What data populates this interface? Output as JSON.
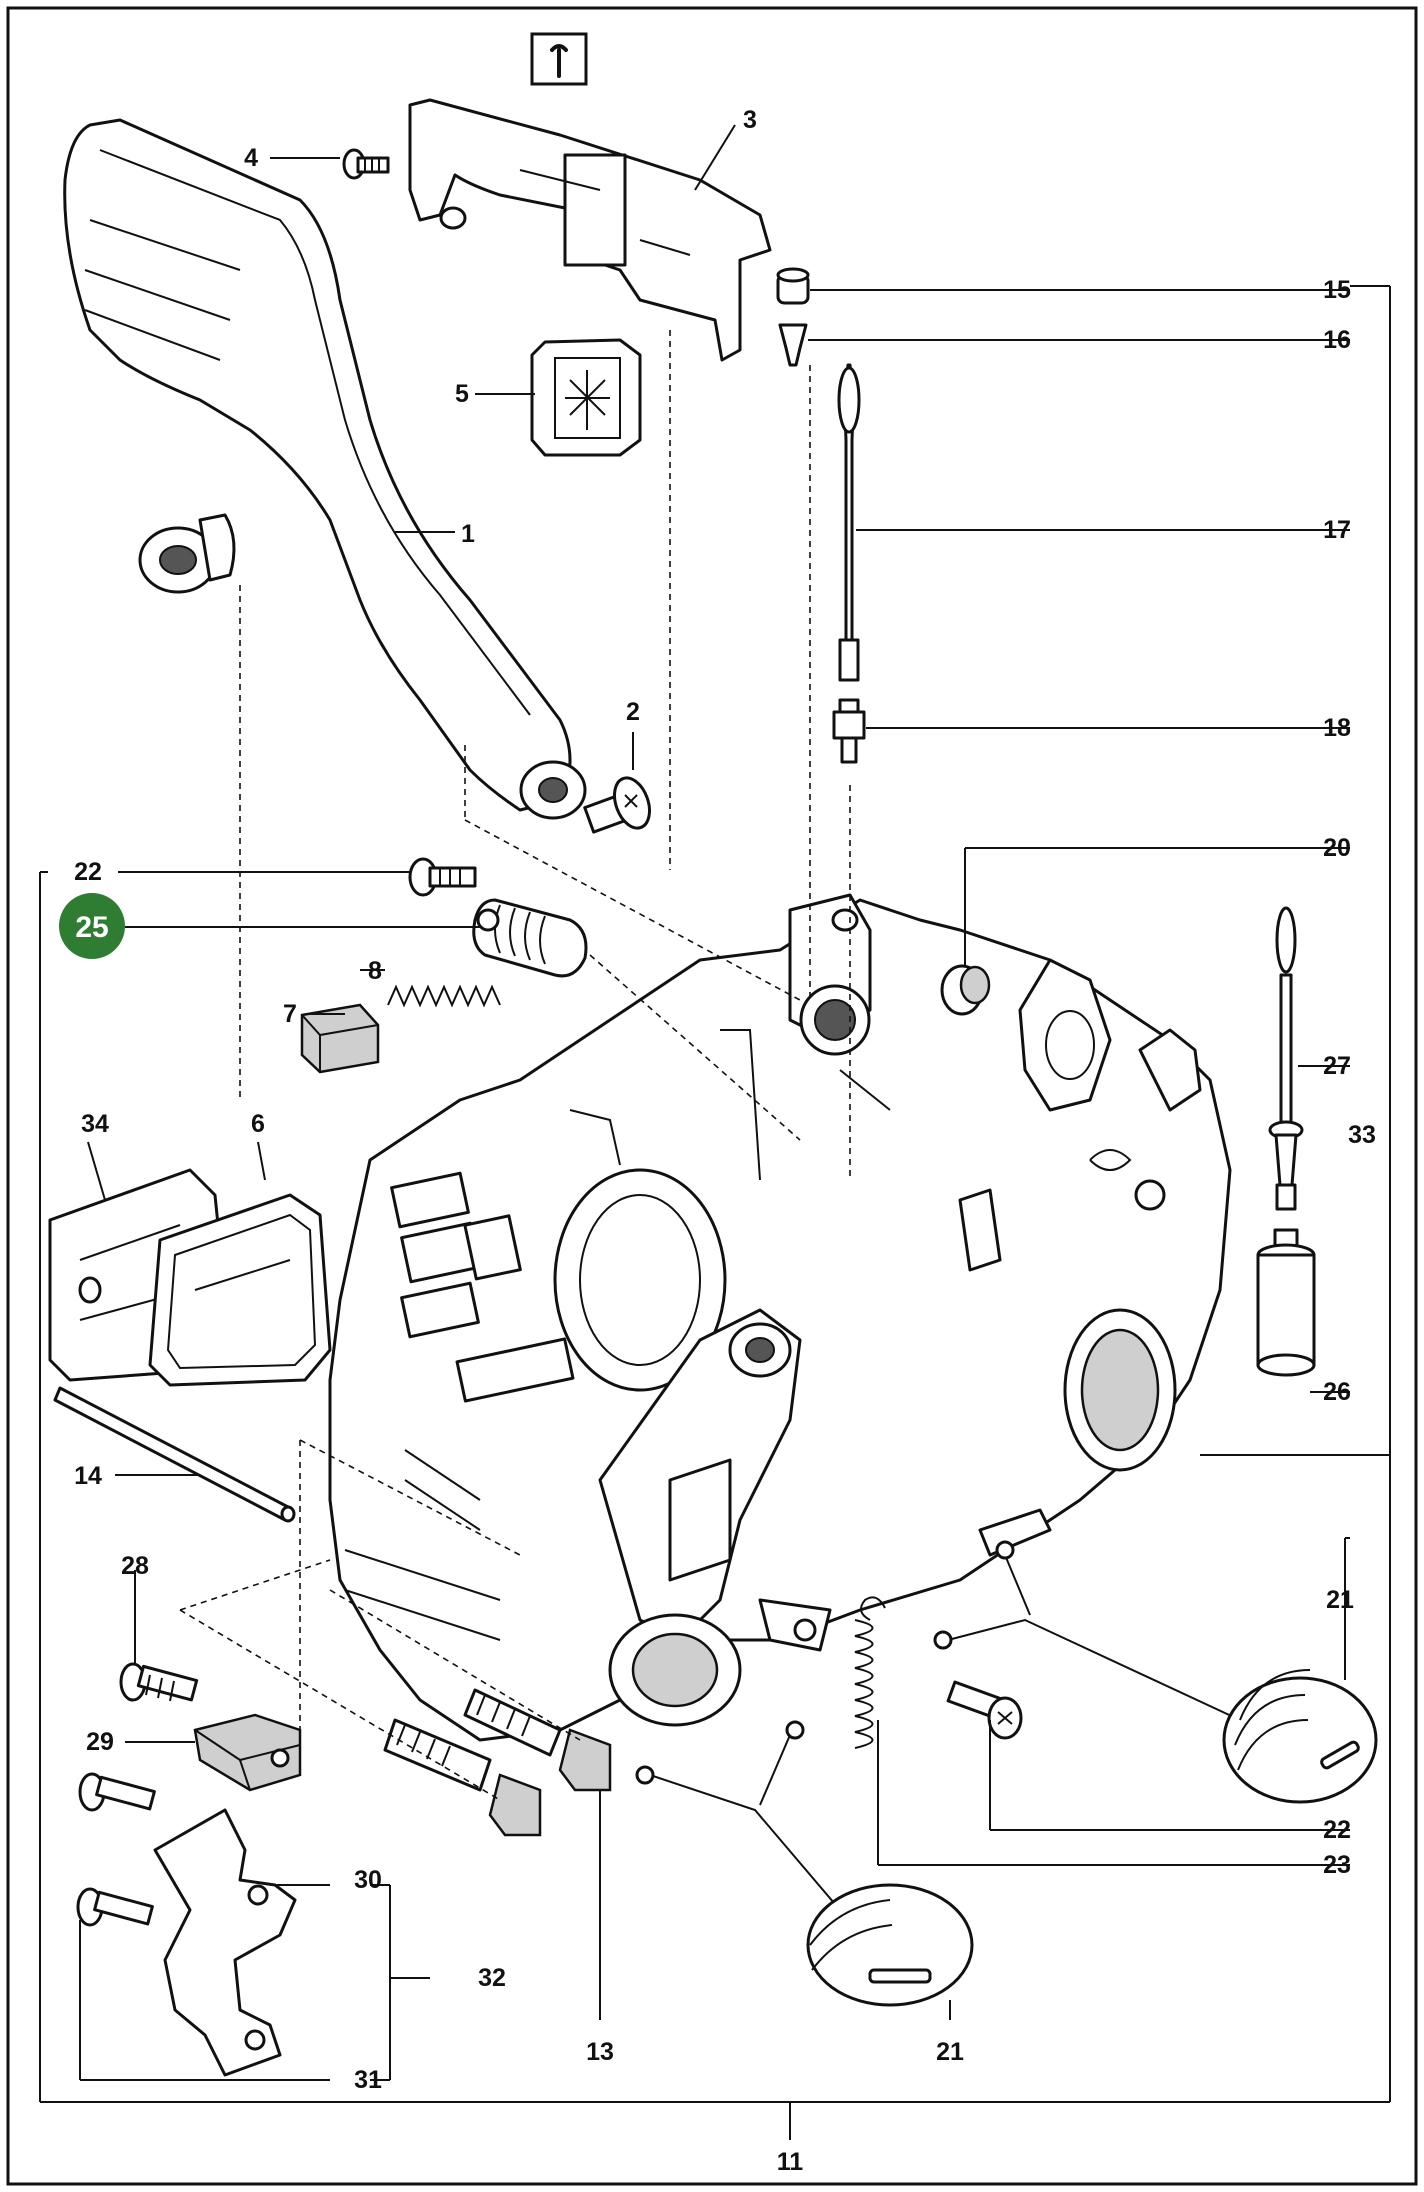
{
  "diagram": {
    "tool_icon": "wrench-icon",
    "colors": {
      "badge": "#2e7d32",
      "ink": "#111111"
    },
    "labels": {
      "p1": "1",
      "p2": "2",
      "p3": "3",
      "p4": "4",
      "p5": "5",
      "p6": "6",
      "p7": "7",
      "p8": "8",
      "p11": "11",
      "p13": "13",
      "p14": "14",
      "p15": "15",
      "p16": "16",
      "p17": "17",
      "p18": "18",
      "p20": "20",
      "p21a": "21",
      "p21b": "21",
      "p22a": "22",
      "p22b": "22",
      "p23": "23",
      "p25": "25",
      "p26": "26",
      "p27": "27",
      "p28": "28",
      "p29": "29",
      "p30": "30",
      "p31": "31",
      "p32": "32",
      "p33": "33",
      "p34": "34"
    }
  }
}
